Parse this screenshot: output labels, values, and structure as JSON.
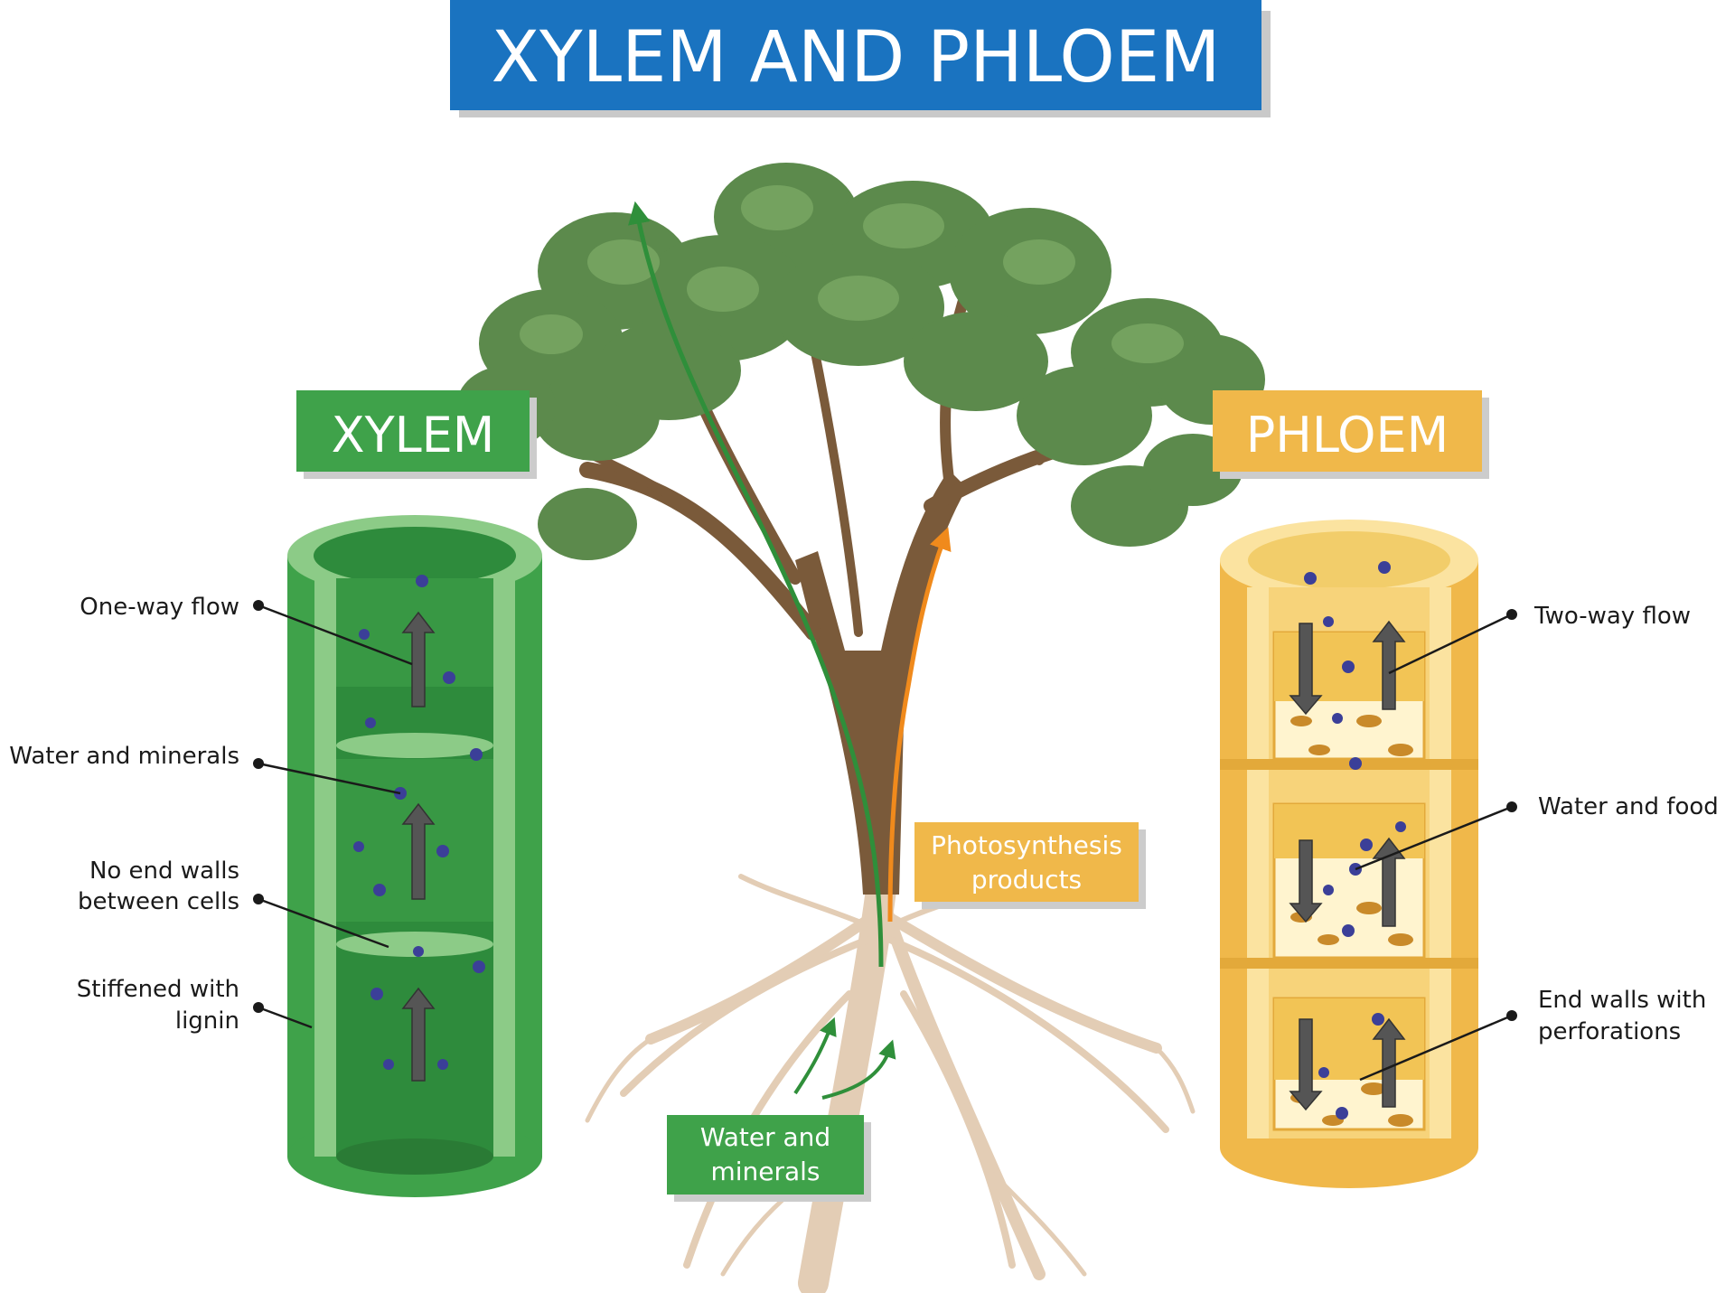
{
  "title": "XYLEM AND PHLOEM",
  "xylem": {
    "heading": "XYLEM",
    "labels": {
      "one_way_flow": "One-way flow",
      "water_minerals": "Water and minerals",
      "no_end_walls_line1": "No end walls",
      "no_end_walls_line2": "between cells",
      "stiffened_line1": "Stiffened with",
      "stiffened_line2": "lignin"
    }
  },
  "phloem": {
    "heading": "PHLOEM",
    "labels": {
      "two_way_flow": "Two-way flow",
      "water_food": "Water and food",
      "end_walls_line1": "End walls with",
      "end_walls_line2": "perforations"
    }
  },
  "tree": {
    "photosynthesis_line1": "Photosynthesis",
    "photosynthesis_line2": "products",
    "water_minerals_line1": "Water and",
    "water_minerals_line2": "minerals"
  },
  "colors": {
    "title_bg": "#1a73c0",
    "xylem_green": "#3fa24a",
    "xylem_light": "#8ccb87",
    "phloem_orange": "#f0b84a",
    "phloem_light": "#fbe3a0",
    "leaf_green": "#5c8a4c",
    "trunk_brown": "#7a5a3a",
    "root_tan": "#e8d5bf",
    "arrow_green": "#2f8f3a",
    "arrow_orange": "#f08a1c",
    "dot_blue": "#3b3f98"
  }
}
